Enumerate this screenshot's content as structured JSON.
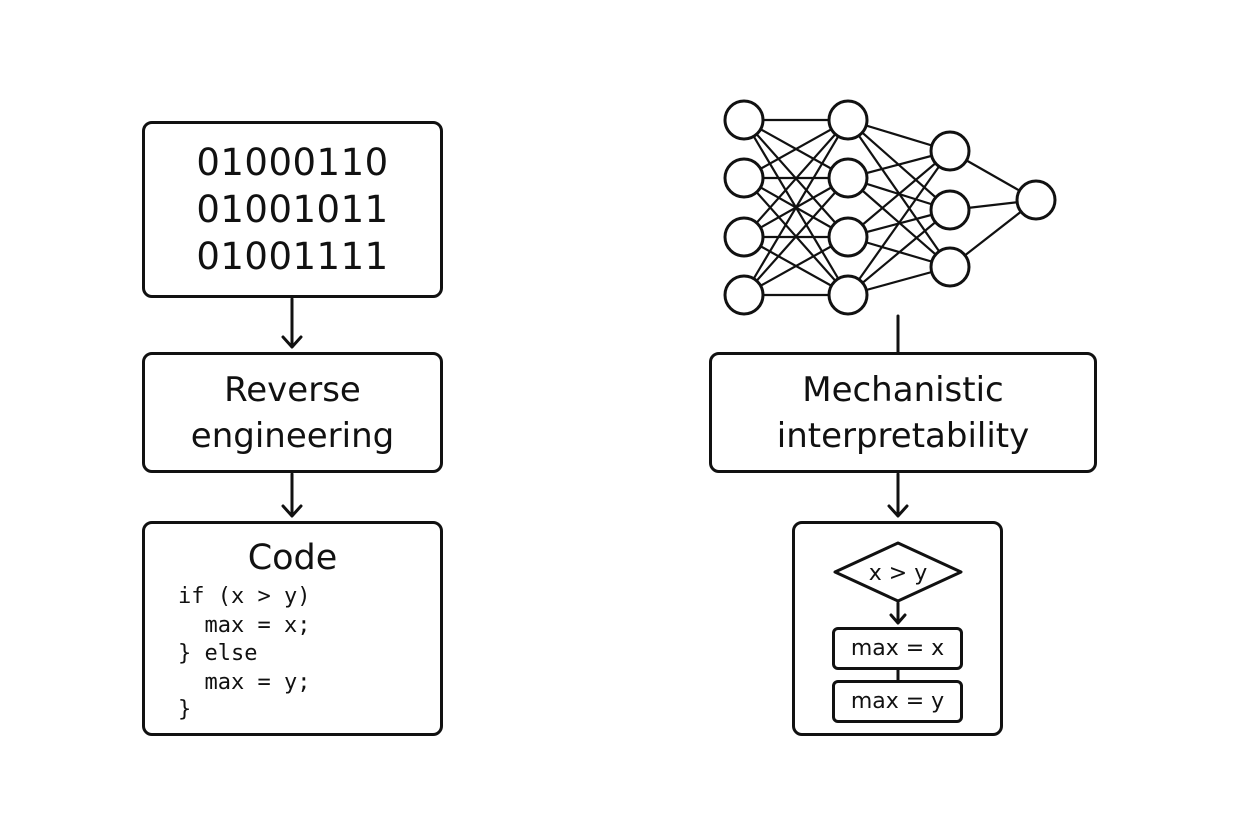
{
  "left": {
    "binary_lines": [
      "01000110",
      "01001011",
      "01001111"
    ],
    "process_label_lines": [
      "Reverse",
      "engineering"
    ],
    "code": {
      "title": "Code",
      "lines": [
        "if (x > y)",
        "  max = x;",
        "} else",
        "  max = y;",
        "}"
      ]
    }
  },
  "right": {
    "network_layers": [
      4,
      4,
      3,
      1
    ],
    "process_label_lines": [
      "Mechanistic",
      "interpretability"
    ],
    "flowchart": {
      "condition": "x > y",
      "branch_true": "max = x",
      "branch_false": "max = y"
    }
  }
}
